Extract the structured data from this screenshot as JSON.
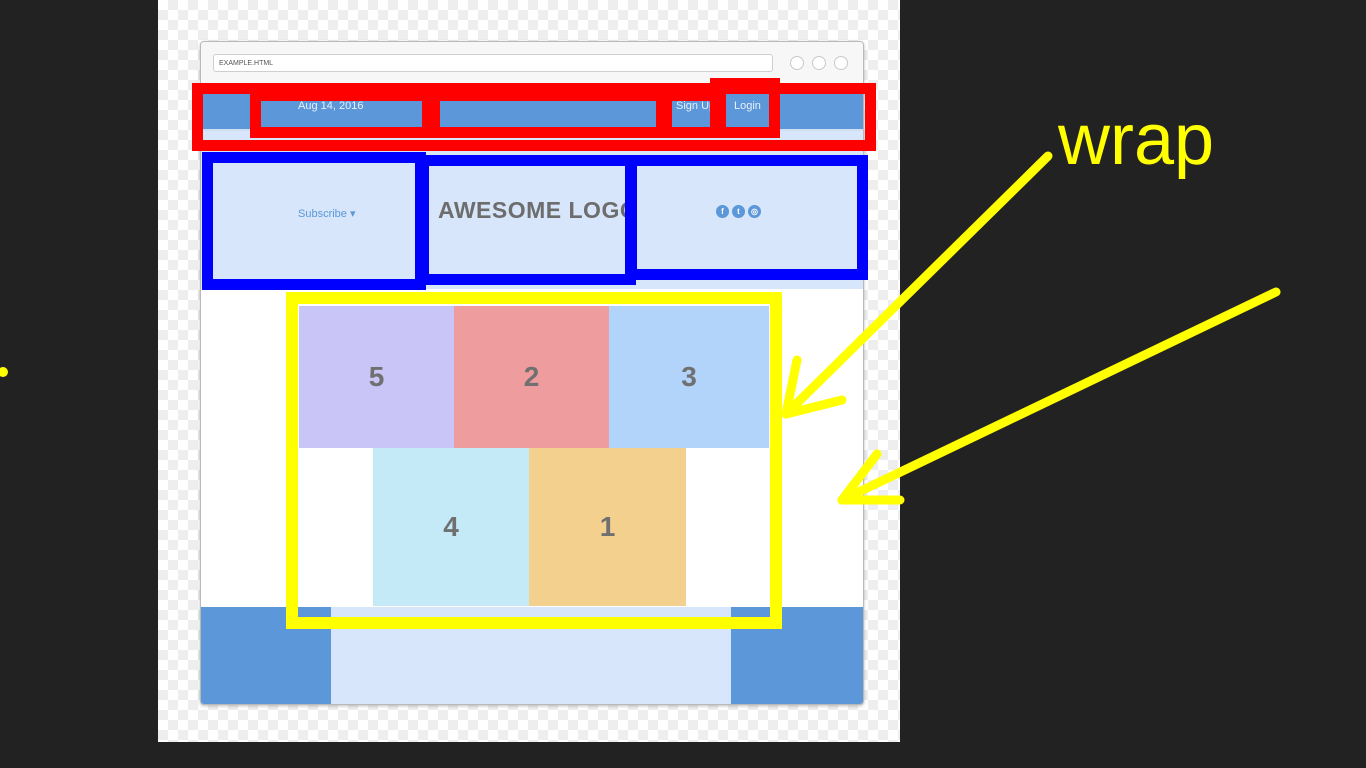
{
  "browser": {
    "url_text": "EXAMPLE.HTML"
  },
  "topnav": {
    "date": "Aug 14, 2016",
    "signup": "Sign Up",
    "login": "Login"
  },
  "header": {
    "subscribe": "Subscribe ▾",
    "logo": "AWESOME LOGO",
    "social": [
      {
        "icon": "facebook-icon",
        "glyph": "f"
      },
      {
        "icon": "twitter-icon",
        "glyph": "t"
      },
      {
        "icon": "instagram-icon",
        "glyph": "◎"
      }
    ]
  },
  "tiles": [
    {
      "label": "5",
      "color": "#c9c6f7"
    },
    {
      "label": "2",
      "color": "#ef9c9e"
    },
    {
      "label": "3",
      "color": "#b3d4fa"
    },
    {
      "label": "4",
      "color": "#c4eaf8"
    },
    {
      "label": "1",
      "color": "#f4d08f"
    }
  ],
  "annotation": {
    "label": "wrap"
  },
  "colors": {
    "nav_blue": "#5b97d9",
    "header_light": "#d7e6fa",
    "highlight_red": "#ff0000",
    "highlight_blue": "#0000ff",
    "highlight_yellow": "#ffff00",
    "background": "#222222"
  }
}
